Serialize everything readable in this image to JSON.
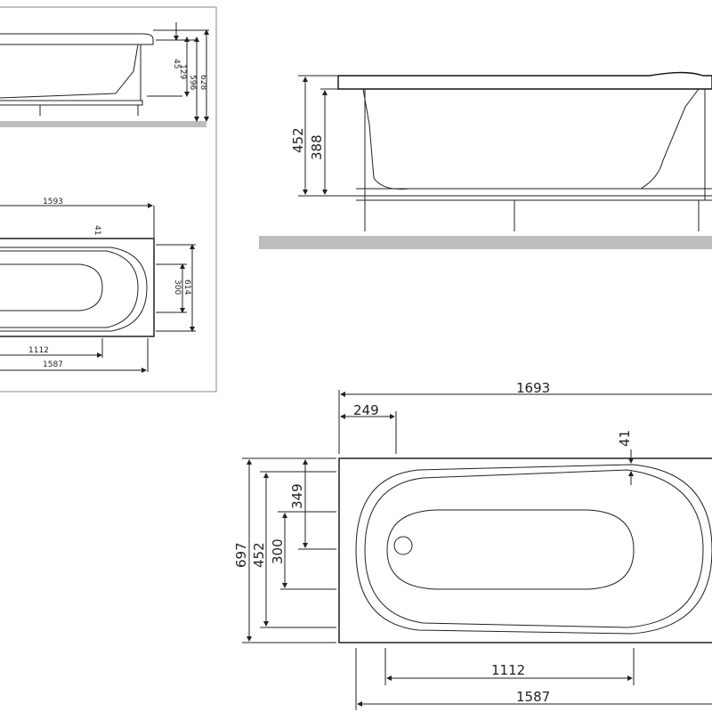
{
  "thumbnail": {
    "side_view": {
      "dims": [
        "45",
        "129",
        "596",
        "628"
      ]
    },
    "top_view": {
      "length_total": "1593",
      "rim": "41",
      "drain_width": "300",
      "inner_width": "614",
      "inner_length": "1112",
      "outer_length": "1587"
    }
  },
  "main": {
    "side_view": {
      "height_total": "452",
      "height_inner": "388"
    },
    "top_view": {
      "length_total": "1693",
      "offset": "249",
      "rim": "41",
      "width_total": "697",
      "width_inner": "452",
      "drain_width": "300",
      "drain_offset": "349",
      "inner_length": "1112",
      "outer_length": "1587"
    }
  },
  "colors": {
    "line": "#222222",
    "floor": "#bdbdbd"
  }
}
